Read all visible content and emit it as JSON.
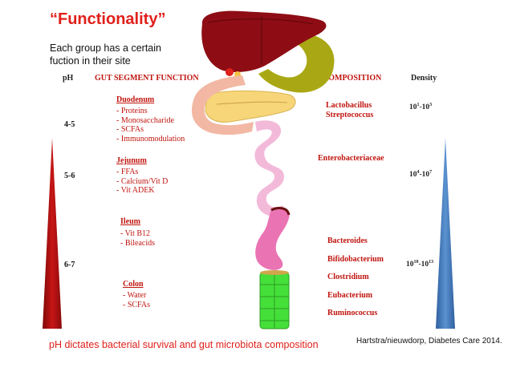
{
  "title": "“Functionality”",
  "subtitle": "Each group has a certain fuction in their site",
  "headers": {
    "ph": "pH",
    "function": "GUT SEGMENT FUNCTION",
    "composition": "COMPOSITION",
    "density": "Density"
  },
  "ph_levels": [
    "4-5",
    "5-6",
    "6-7"
  ],
  "segments": [
    {
      "name": "Duodenum",
      "functions": [
        "- Proteins",
        "- Monosaccharide",
        "- SCFAs",
        "- Immunomodulation"
      ]
    },
    {
      "name": "Jejunum",
      "functions": [
        "- FFAs",
        "- Calcium/Vit D",
        "- Vit ADEK"
      ]
    },
    {
      "name": "Ileum",
      "functions": [
        "- Vit B12",
        "- Bileacids"
      ]
    },
    {
      "name": "Colon",
      "functions": [
        "- Water",
        "- SCFAs"
      ]
    }
  ],
  "composition": {
    "duodenum": [
      "Lactobacillus",
      "Streptococcus"
    ],
    "jejunum": [
      "Enterobacteriaceae"
    ],
    "colon": [
      "Bacteroides",
      "Bifidobacterium",
      "Clostridium",
      "Eubacterium",
      "Ruminococcus"
    ]
  },
  "density": [
    {
      "base": "10",
      "exp1": "1",
      "sep": "-",
      "base2": "10",
      "exp2": "3"
    },
    {
      "base": "10",
      "exp1": "4",
      "sep": "-",
      "base2": "10",
      "exp2": "7"
    },
    {
      "base": "10",
      "exp1": "10",
      "sep": "-",
      "base2": "10",
      "exp2": "13"
    }
  ],
  "footer": "pH dictates bacterial survival and gut microbiota composition",
  "citation": "Hartstra/nieuwdorp, Diabetes Care 2014.",
  "colors": {
    "accent_red": "#e0201b",
    "text_red": "#c0150f",
    "ph_triangle": "#b01010",
    "density_triangle": "#4a7fbf",
    "liver": "#8e0d14",
    "gallbladder": "#a9a814",
    "pancreas": "#f7d67a",
    "duodenum": "#f2b8a4",
    "jejunum": "#f3b9d9",
    "ileum": "#ea73b4",
    "colon": "#45df3a"
  },
  "icons": [
    "liver-icon",
    "gallbladder-icon",
    "pancreas-icon",
    "duodenum-icon",
    "jejunum-icon",
    "ileum-icon",
    "colon-icon"
  ]
}
